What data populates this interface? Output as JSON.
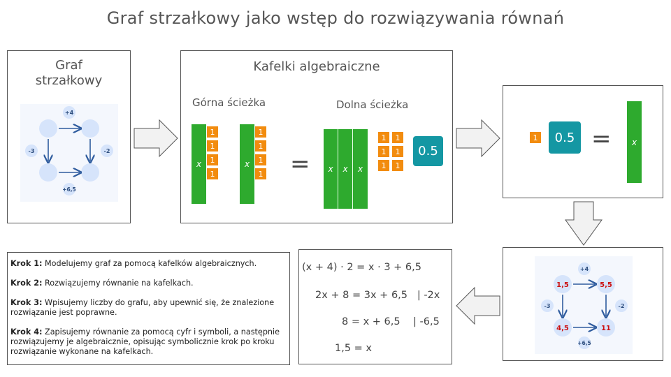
{
  "title": "Graf strzałkowy jako wstęp do rozwiązywania równań",
  "graph_panel": {
    "title_line1": "Graf",
    "title_line2": "strzałkowy",
    "labels": {
      "top": "+4",
      "left": "-3",
      "right": "-2",
      "bottom": "+6,5"
    }
  },
  "tiles_panel": {
    "title": "Kafelki algebraiczne",
    "upper_path": "Górna ścieżka",
    "lower_path": "Dolna ścieżka",
    "x": "x",
    "one": "1",
    "equals": "=",
    "half": "0.5"
  },
  "reduced_panel": {
    "one": "1",
    "half": "0.5",
    "equals": "=",
    "x": "x"
  },
  "solved_graph": {
    "labels": {
      "top": "+4",
      "left": "-3",
      "right": "-2",
      "bottom": "+6,5"
    },
    "values": {
      "top_left": "1,5",
      "top_right": "5,5",
      "bottom_left": "4,5",
      "bottom_right": "11"
    }
  },
  "equations": [
    "(x + 4) · 2 = x · 3 + 6,5",
    "2x + 8 = 3x + 6,5   | -2x",
    "8 = x + 6,5    | -6,5",
    "1,5 = x"
  ],
  "steps": [
    {
      "label": "Krok 1:",
      "text": " Modelujemy graf za pomocą kafelków algebraicznych."
    },
    {
      "label": "Krok 2:",
      "text": " Rozwiązujemy równanie na kafelkach."
    },
    {
      "label": "Krok 3:",
      "text": " Wpisujemy liczby do grafu, aby upewnić się, że znalezione rozwiązanie jest poprawne."
    },
    {
      "label": "Krok 4:",
      "text": " Zapisujemy równanie za pomocą cyfr i symboli, a następnie rozwiązujemy je algebraicznie, opisując symbolicznie krok po kroku rozwiązanie wykonane na kafelkach."
    }
  ],
  "colors": {
    "green": "#2eaa2e",
    "orange": "#f28c0f",
    "teal": "#1497a3",
    "node": "#d6e4fb",
    "arrow": "#2f5c9e",
    "value_red": "#cc1111"
  }
}
